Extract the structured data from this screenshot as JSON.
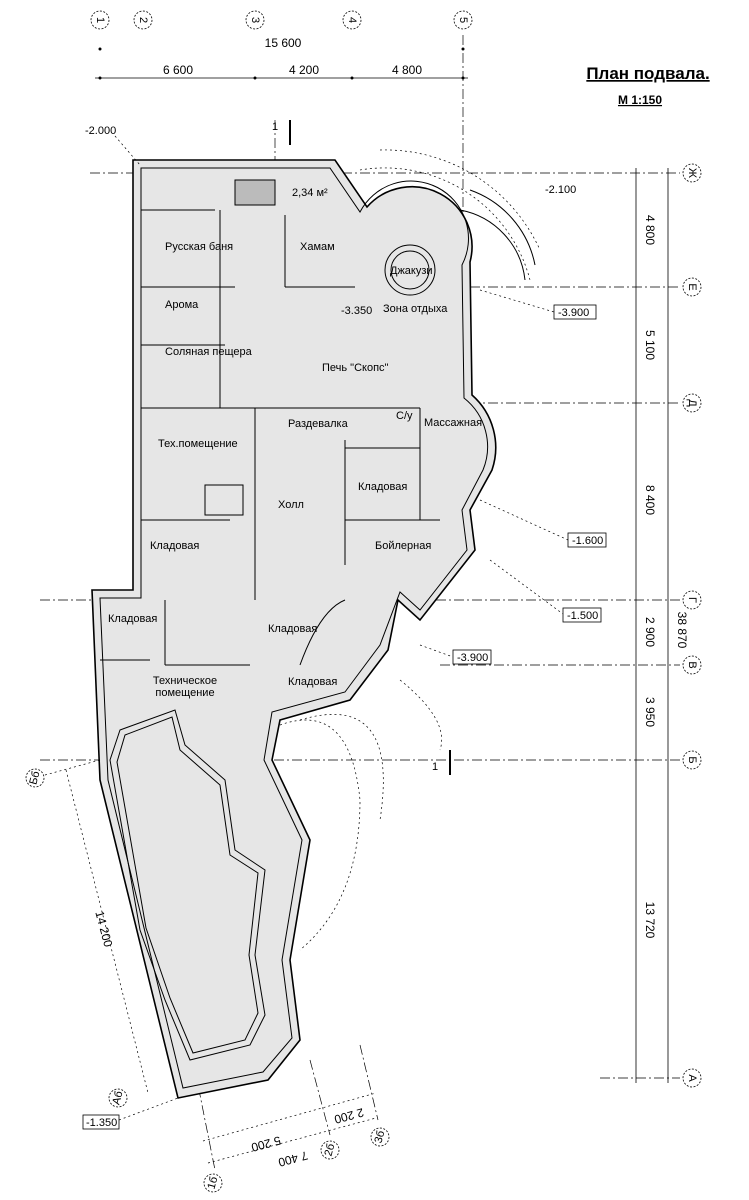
{
  "title": "План подвала.",
  "scale": "М 1:150",
  "top_axes": [
    "1",
    "2",
    "3",
    "4",
    "5"
  ],
  "top_dims": {
    "total": "15 600",
    "segments": [
      "6 600",
      "4 200",
      "4 800"
    ]
  },
  "right_axes": [
    "Ж",
    "Е",
    "Д",
    "Г",
    "В",
    "Б",
    "А"
  ],
  "right_dims": {
    "segments": [
      "4 800",
      "5 100",
      "8 400",
      "2 900",
      "3 950",
      "13 720"
    ],
    "total": "38 870"
  },
  "pool_axes": [
    "Аб",
    "Бб",
    "1б",
    "2б",
    "3б"
  ],
  "pool_dims": {
    "length": "14 200",
    "segments": [
      "5 200",
      "2 200"
    ],
    "total": "7 400"
  },
  "section_mark": "1",
  "area_label": "2,34 м²",
  "rooms": [
    "Русская баня",
    "Хамам",
    "Арома",
    "Соляная пещера",
    "Джакузи",
    "Зона отдыха",
    "Печь \"Скопс\"",
    "Тех.помещение",
    "Раздевалка",
    "С/у",
    "Массажная",
    "Кладовая",
    "Холл",
    "Кладовая",
    "Бойлерная",
    "Кладовая",
    "Кладовая",
    "Кладовая",
    "Техническое помещение"
  ],
  "levels": [
    "-2.000",
    "-2.100",
    "-3.900",
    "-3.350",
    "-1.600",
    "-1.500",
    "-3.900",
    "-1.350"
  ]
}
